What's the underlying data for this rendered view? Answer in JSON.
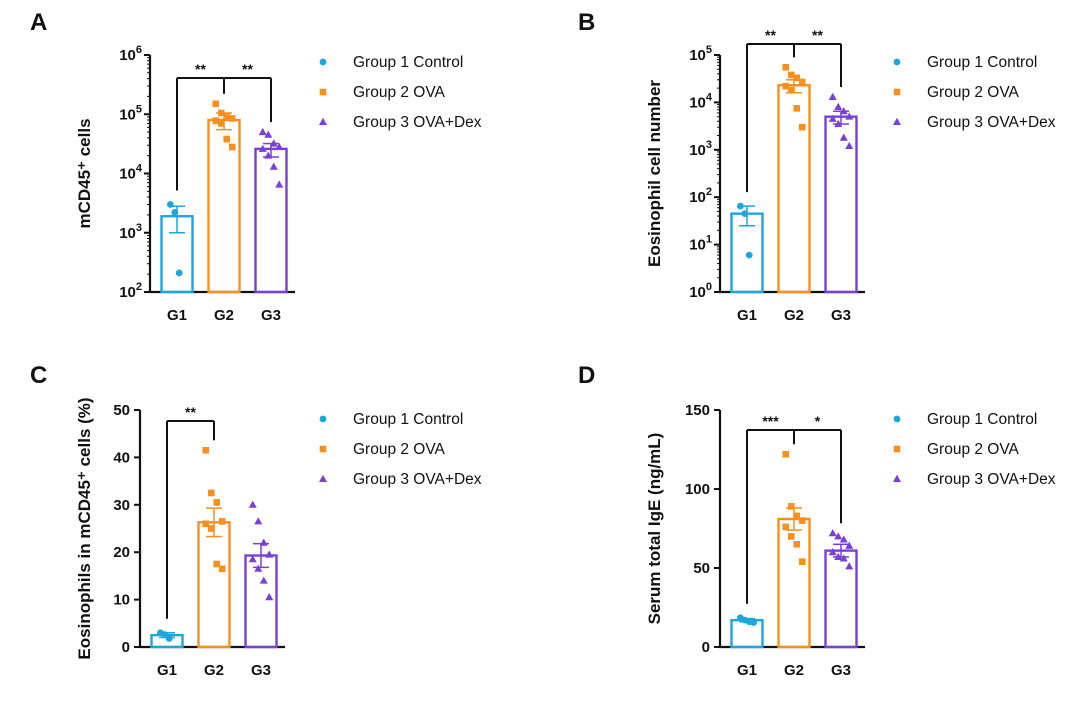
{
  "chart_data": [
    {
      "id": "A",
      "type": "bar",
      "panel_label": "A",
      "ylabel": "mCD45⁺ cells",
      "yscale": "log",
      "ylim": [
        100,
        1000000
      ],
      "yticks": [
        {
          "v": 100,
          "base": "10",
          "exp": "2"
        },
        {
          "v": 1000,
          "base": "10",
          "exp": "3"
        },
        {
          "v": 10000,
          "base": "10",
          "exp": "4"
        },
        {
          "v": 100000,
          "base": "10",
          "exp": "5"
        },
        {
          "v": 1000000,
          "base": "10",
          "exp": "6"
        }
      ],
      "categories": [
        "G1",
        "G2",
        "G3"
      ],
      "means": [
        1900,
        80000,
        26000
      ],
      "sem": [
        [
          1000,
          2800
        ],
        [
          55000,
          105000
        ],
        [
          19000,
          32000
        ]
      ],
      "points": [
        [
          3000,
          2200,
          210
        ],
        [
          150000,
          105000,
          92000,
          85000,
          78000,
          70000,
          38000,
          28000
        ],
        [
          50000,
          45000,
          32000,
          28000,
          26000,
          20000,
          13000,
          6500
        ]
      ],
      "significance": [
        {
          "from": 0,
          "to": 1,
          "label": "**"
        },
        {
          "from": 1,
          "to": 2,
          "label": "**"
        }
      ],
      "legend": [
        "Group 1 Control",
        "Group 2 OVA",
        "Group 3 OVA+Dex"
      ]
    },
    {
      "id": "B",
      "type": "bar",
      "panel_label": "B",
      "ylabel": "Eosinophil cell number",
      "yscale": "log",
      "ylim": [
        1,
        100000
      ],
      "yticks": [
        {
          "v": 1,
          "base": "10",
          "exp": "0"
        },
        {
          "v": 10,
          "base": "10",
          "exp": "1"
        },
        {
          "v": 100,
          "base": "10",
          "exp": "2"
        },
        {
          "v": 1000,
          "base": "10",
          "exp": "3"
        },
        {
          "v": 10000,
          "base": "10",
          "exp": "4"
        },
        {
          "v": 100000,
          "base": "10",
          "exp": "5"
        }
      ],
      "categories": [
        "G1",
        "G2",
        "G3"
      ],
      "means": [
        45,
        23000,
        5000
      ],
      "sem": [
        [
          25,
          65
        ],
        [
          16000,
          30000
        ],
        [
          3500,
          6500
        ]
      ],
      "points": [
        [
          65,
          45,
          6
        ],
        [
          55000,
          38000,
          33000,
          27000,
          22000,
          18000,
          7500,
          3000
        ],
        [
          13000,
          8000,
          6500,
          5000,
          4500,
          3500,
          1800,
          1200
        ]
      ],
      "significance": [
        {
          "from": 0,
          "to": 1,
          "label": "**"
        },
        {
          "from": 1,
          "to": 2,
          "label": "**"
        }
      ],
      "legend": [
        "Group 1 Control",
        "Group 2 OVA",
        "Group 3 OVA+Dex"
      ]
    },
    {
      "id": "C",
      "type": "bar",
      "panel_label": "C",
      "ylabel": "Eosinophils in mCD45⁺ cells (%)",
      "yscale": "linear",
      "ylim": [
        0,
        50
      ],
      "yticks": [
        {
          "v": 0,
          "label": "0"
        },
        {
          "v": 10,
          "label": "10"
        },
        {
          "v": 20,
          "label": "20"
        },
        {
          "v": 30,
          "label": "30"
        },
        {
          "v": 40,
          "label": "40"
        },
        {
          "v": 50,
          "label": "50"
        }
      ],
      "categories": [
        "G1",
        "G2",
        "G3"
      ],
      "means": [
        2.5,
        26.3,
        19.3
      ],
      "sem": [
        [
          2.0,
          3.0
        ],
        [
          23.3,
          29.3
        ],
        [
          16.8,
          21.8
        ]
      ],
      "points": [
        [
          3.0,
          2.6,
          1.8
        ],
        [
          41.5,
          32.5,
          30.5,
          26.5,
          26.0,
          25.0,
          17.5,
          16.5
        ],
        [
          30.0,
          26.5,
          22.0,
          19.5,
          18.5,
          16.5,
          14.0,
          10.5
        ]
      ],
      "significance": [
        {
          "from": 0,
          "to": 1,
          "label": "**"
        }
      ],
      "legend": [
        "Group 1 Control",
        "Group 2 OVA",
        "Group 3 OVA+Dex"
      ]
    },
    {
      "id": "D",
      "type": "bar",
      "panel_label": "D",
      "ylabel": "Serum total IgE (ng/mL)",
      "yscale": "linear",
      "ylim": [
        0,
        150
      ],
      "yticks": [
        {
          "v": 0,
          "label": "0"
        },
        {
          "v": 50,
          "label": "50"
        },
        {
          "v": 100,
          "label": "100"
        },
        {
          "v": 150,
          "label": "150"
        }
      ],
      "categories": [
        "G1",
        "G2",
        "G3"
      ],
      "means": [
        17,
        81,
        61
      ],
      "sem": [
        [
          16,
          18
        ],
        [
          74,
          88
        ],
        [
          57,
          65
        ]
      ],
      "points": [
        [
          18.5,
          17,
          16,
          15.5
        ],
        [
          122,
          89,
          83,
          80,
          76,
          70,
          65,
          54
        ],
        [
          72,
          70,
          68,
          64,
          60,
          57,
          56,
          51
        ]
      ],
      "significance": [
        {
          "from": 0,
          "to": 1,
          "label": "***"
        },
        {
          "from": 1,
          "to": 2,
          "label": "*"
        }
      ],
      "legend": [
        "Group 1 Control",
        "Group 2 OVA",
        "Group 3 OVA+Dex"
      ]
    }
  ],
  "colors": {
    "group1": "#1ea6dc",
    "group2": "#f7901e",
    "group3": "#7a3fd6",
    "axis": "#111111"
  }
}
